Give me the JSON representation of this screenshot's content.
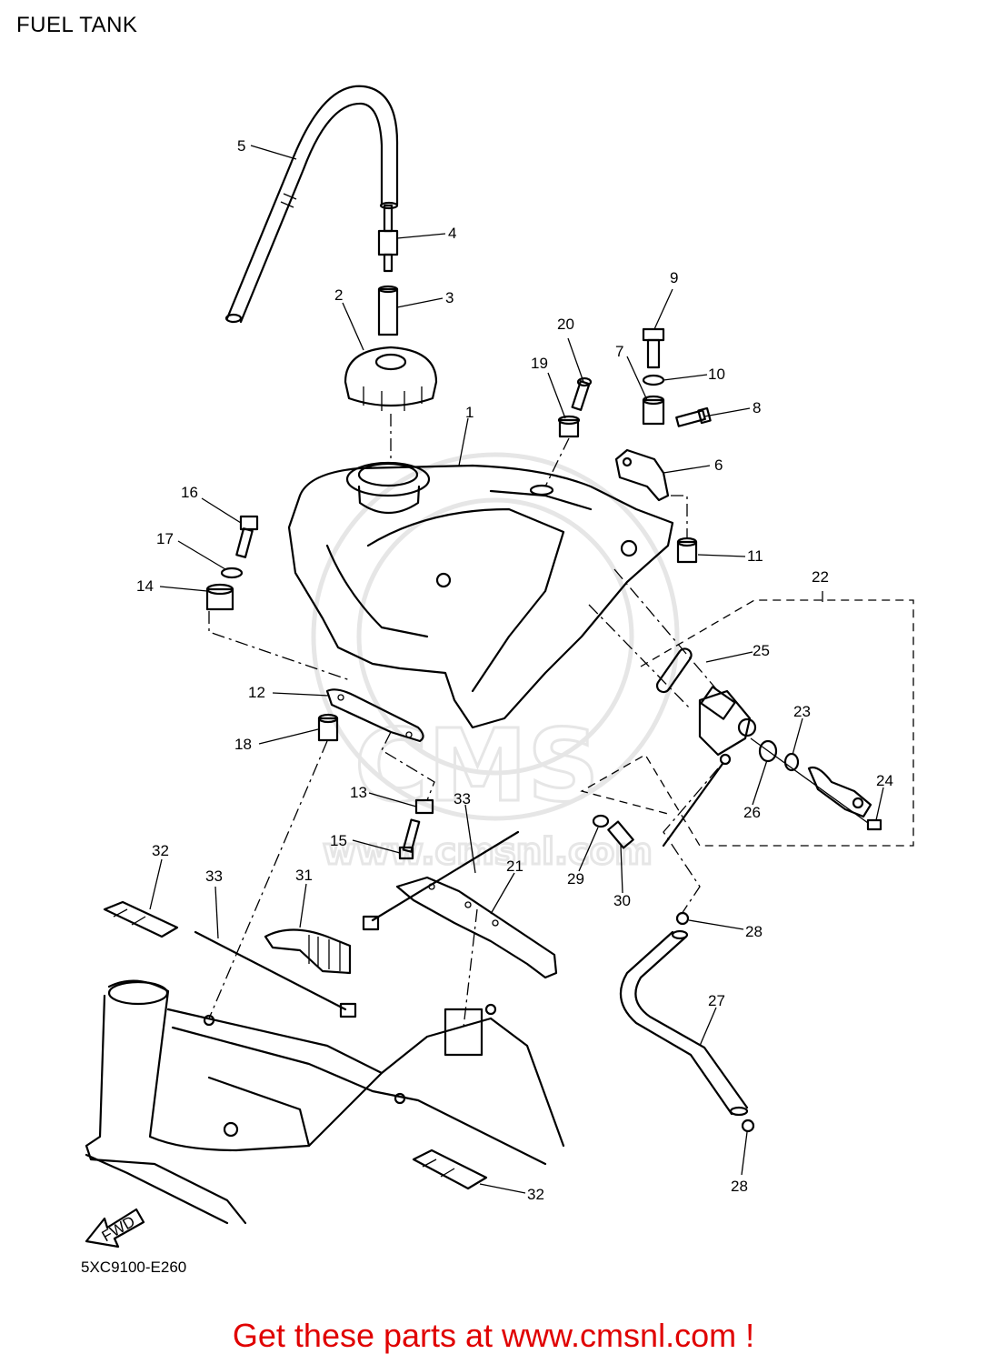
{
  "header": {
    "title": "FUEL TANK"
  },
  "footer": {
    "diagram_code": "5XC9100-E260",
    "promo": "Get these parts at www.cmsnl.com !"
  },
  "colors": {
    "line": "#000000",
    "promo": "#e00000",
    "watermark": "#e6e6e6"
  },
  "watermark": {
    "brand": "CMS",
    "url": "www.cmsnl.com"
  },
  "arrow_label": "FWD",
  "parts": {
    "p1": "1",
    "p2": "2",
    "p3": "3",
    "p4": "4",
    "p5": "5",
    "p6": "6",
    "p7": "7",
    "p8": "8",
    "p9": "9",
    "p10": "10",
    "p11": "11",
    "p12": "12",
    "p13": "13",
    "p14": "14",
    "p15": "15",
    "p16": "16",
    "p17": "17",
    "p18": "18",
    "p19": "19",
    "p20": "20",
    "p21": "21",
    "p22": "22",
    "p23": "23",
    "p24": "24",
    "p25": "25",
    "p26": "26",
    "p27": "27",
    "p28a": "28",
    "p28b": "28",
    "p29": "29",
    "p30": "30",
    "p31": "31",
    "p32a": "32",
    "p32b": "32",
    "p33a": "33",
    "p33b": "33"
  }
}
